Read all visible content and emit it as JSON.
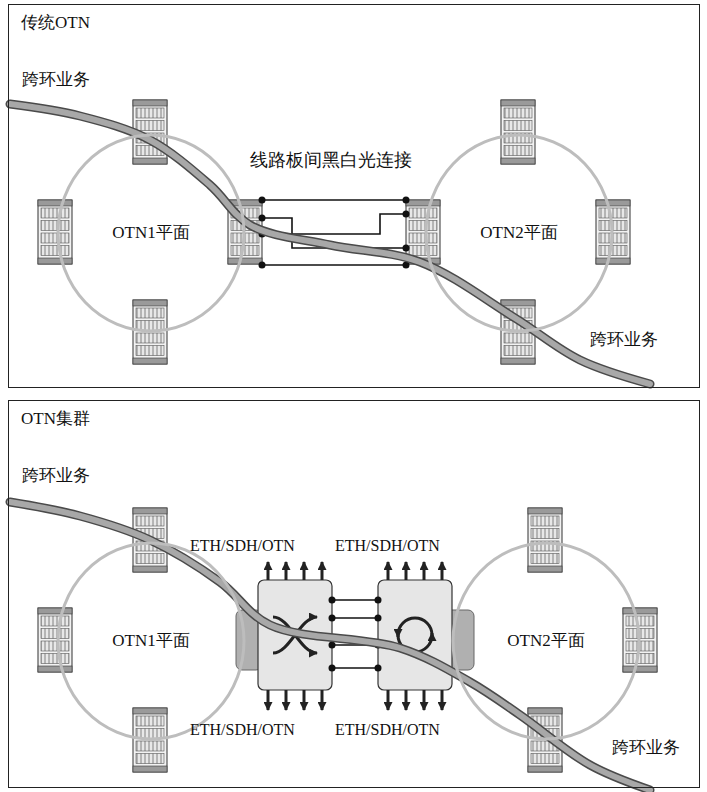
{
  "diagram": {
    "nodes": [
      {
        "text": [
          "传统OTN"
        ]
      },
      {
        "text": [
          "OTN1平面"
        ],
        "in": 0
      },
      {
        "text": [
          "OTN2平面"
        ],
        "in": 0
      },
      {
        "text": [
          "OTN集群"
        ]
      },
      {
        "text": [
          "OTN1平面"
        ],
        "in": 3
      },
      {
        "text": [
          "OTN2平面"
        ],
        "in": 3
      }
    ],
    "labels": [
      "跨环业务",
      "线路板间黑白光连接",
      "跨环业务",
      "跨环业务",
      "ETH/SDH/OTN",
      "ETH/SDH/OTN",
      "ETH/SDH/OTN",
      "ETH/SDH/OTN",
      "跨环业务"
    ]
  }
}
